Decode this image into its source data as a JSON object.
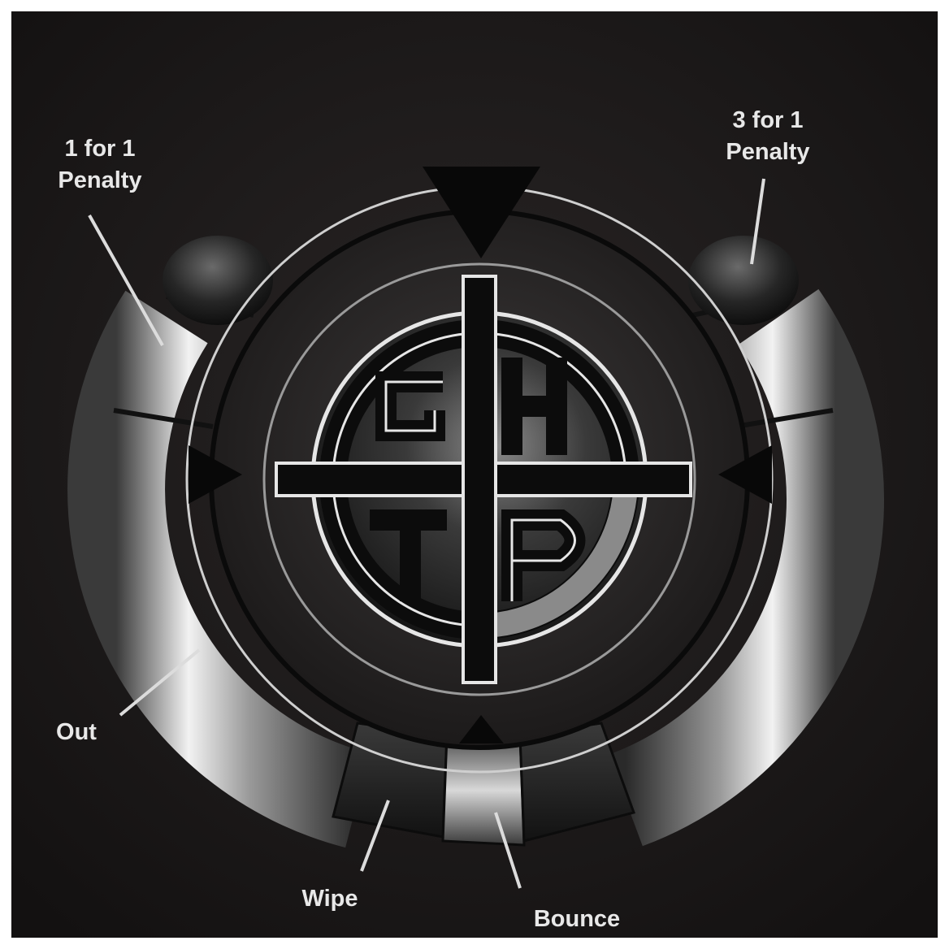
{
  "labels": {
    "one_for_one_line1": "1 for 1",
    "one_for_one_line2": "Penalty",
    "three_for_one_line1": "3 for 1",
    "three_for_one_line2": "Penalty",
    "out": "Out",
    "wipe": "Wipe",
    "bounce": "Bounce"
  },
  "colors": {
    "background": "#1a1717",
    "label": "#e8e8e8",
    "ring_outline": "#cfcfcf"
  },
  "icons": [
    "target-logo-icon",
    "pointer-triangle-icon"
  ]
}
